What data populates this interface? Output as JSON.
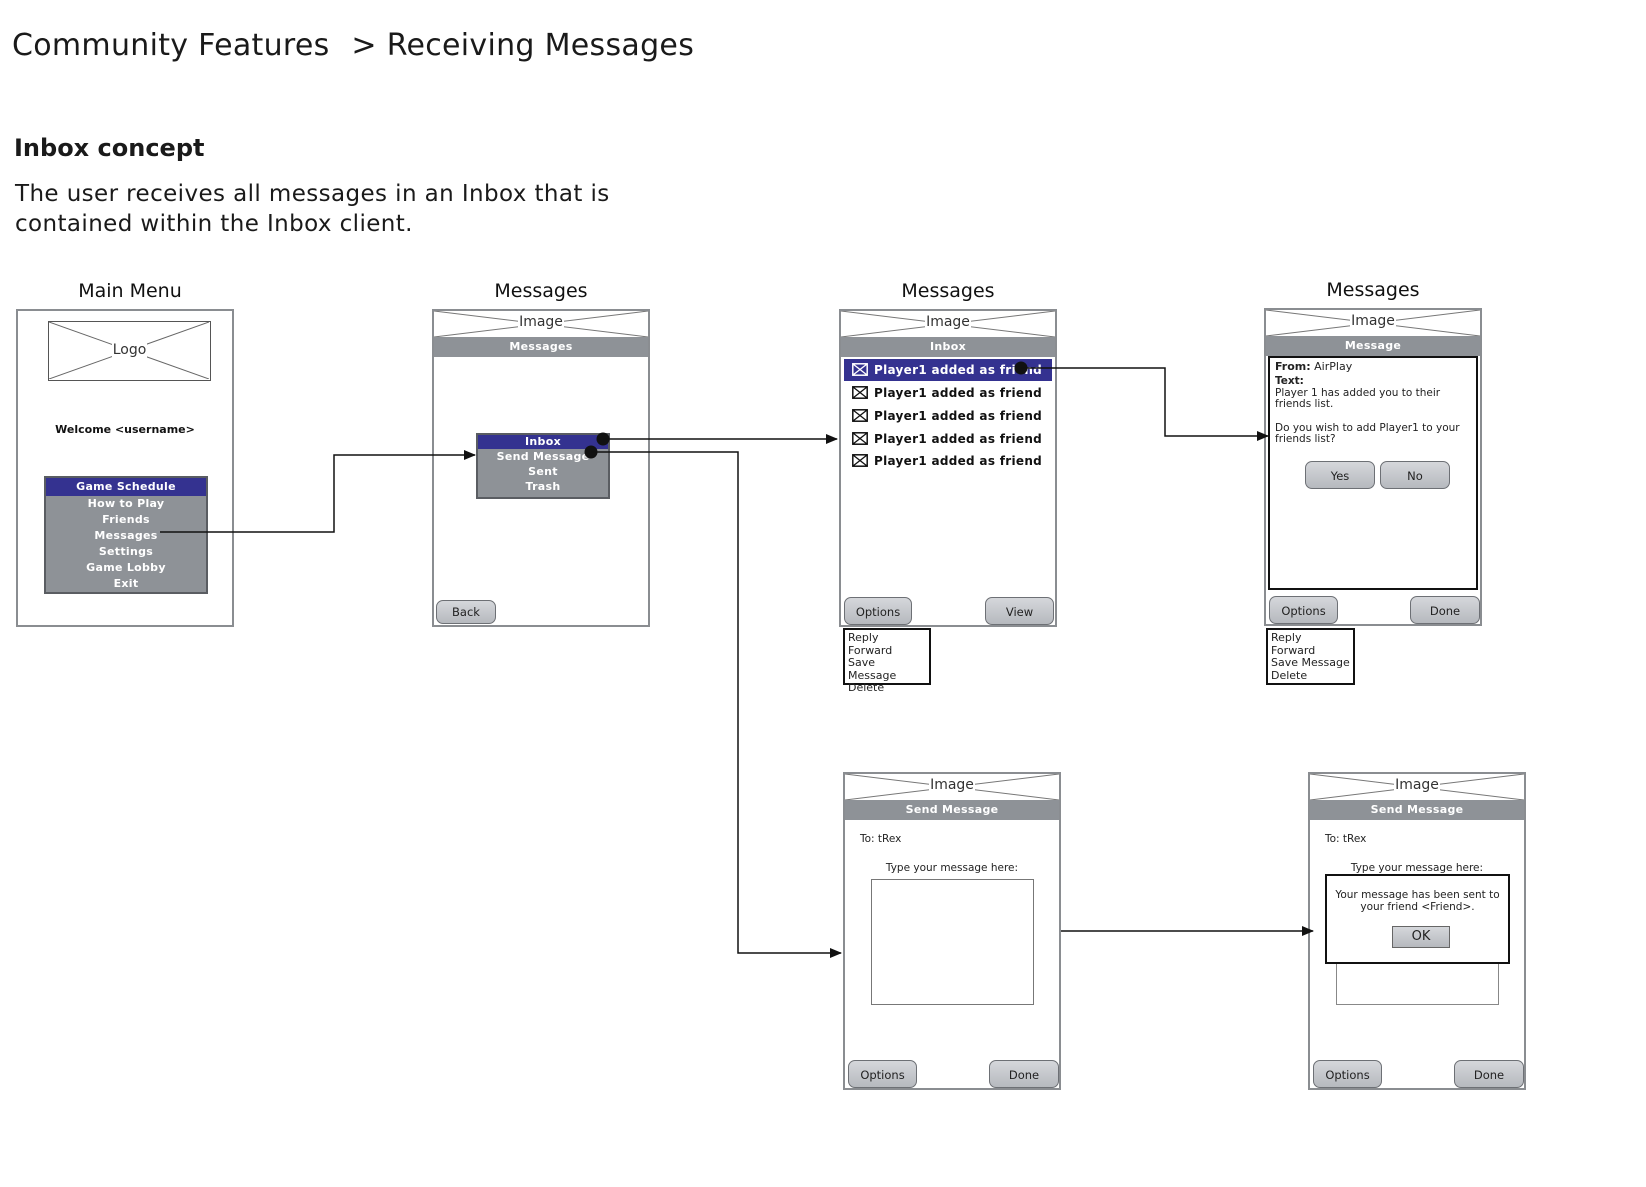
{
  "header": {
    "section": "Community Features",
    "separator": ">",
    "page": "Receiving Messages"
  },
  "concept": {
    "title": "Inbox concept",
    "description_line1": "The user receives all messages in an Inbox that is",
    "description_line2": "contained within the Inbox client."
  },
  "screen1": {
    "caption": "Main Menu",
    "logo": "Logo",
    "welcome": "Welcome <username>",
    "menu": [
      "Game Schedule",
      "How to Play",
      "Friends",
      "Messages",
      "Settings",
      "Game Lobby",
      "Exit"
    ],
    "selected_index": 0
  },
  "screen2": {
    "caption": "Messages",
    "image": "Image",
    "bar": "Messages",
    "menu": [
      "Inbox",
      "Send Message",
      "Sent",
      "Trash"
    ],
    "back": "Back"
  },
  "screen3": {
    "caption": "Messages",
    "image": "Image",
    "bar": "Inbox",
    "rows": [
      "Player1 added as friend",
      "Player1 added as friend",
      "Player1 added as friend",
      "Player1 added as friend",
      "Player1 added as friend"
    ],
    "options": "Options",
    "view": "View",
    "popup": [
      "Reply",
      "Forward",
      "Save Message",
      "Delete"
    ]
  },
  "screen4": {
    "caption": "Messages",
    "image": "Image",
    "bar": "Message",
    "from_label": "From:",
    "from_value": "AirPlay",
    "text_label": "Text:",
    "text_line1": "Player 1 has added you to their",
    "text_line2": "friends list.",
    "question_line1": "Do you wish to add Player1 to your",
    "question_line2": "friends list?",
    "yes": "Yes",
    "no": "No",
    "options": "Options",
    "done": "Done",
    "popup": [
      "Reply",
      "Forward",
      "Save Message",
      "Delete"
    ]
  },
  "screen5": {
    "image": "Image",
    "bar": "Send Message",
    "to": "To:  tRex",
    "prompt": "Type your message here:",
    "options": "Options",
    "done": "Done"
  },
  "screen6": {
    "image": "Image",
    "bar": "Send Message",
    "to": "To:  tRex",
    "prompt": "Type your message here:",
    "dialog_line1": "Your message has been sent to",
    "dialog_line2": "your friend <Friend>.",
    "ok": "OK",
    "options": "Options",
    "done": "Done"
  }
}
